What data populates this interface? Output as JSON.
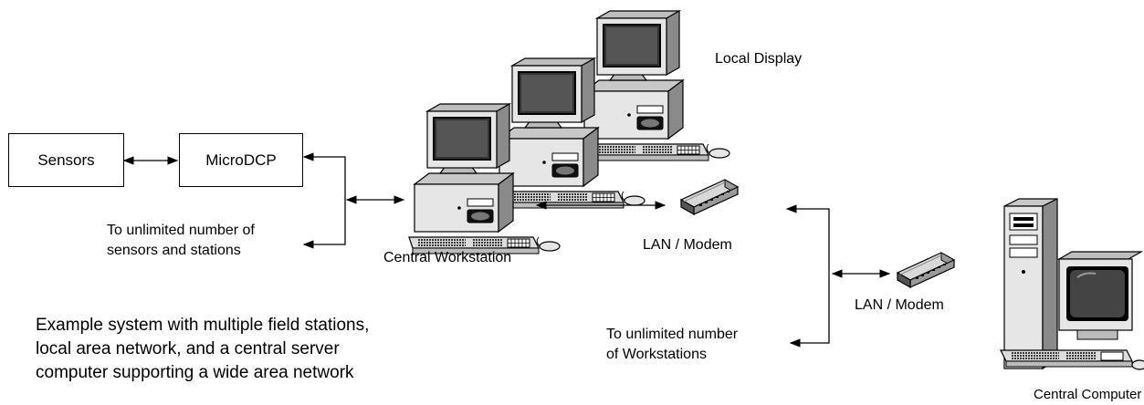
{
  "nodes": {
    "sensors": "Sensors",
    "microdcp": "MicroDCP"
  },
  "labels": {
    "local_display": "Local Display",
    "central_workstation": "Central Workstation",
    "lan_modem_1": "LAN / Modem",
    "lan_modem_2": "LAN / Modem",
    "central_computer": "Central Computer",
    "unlimited_sensors_line1": "To unlimited number of",
    "unlimited_sensors_line2": "sensors and stations",
    "unlimited_workstations_line1": "To unlimited number",
    "unlimited_workstations_line2": "of Workstations"
  },
  "caption": {
    "line1": "Example system with multiple field stations,",
    "line2": "local area network, and a central server",
    "line3": "computer supporting a wide area network"
  }
}
